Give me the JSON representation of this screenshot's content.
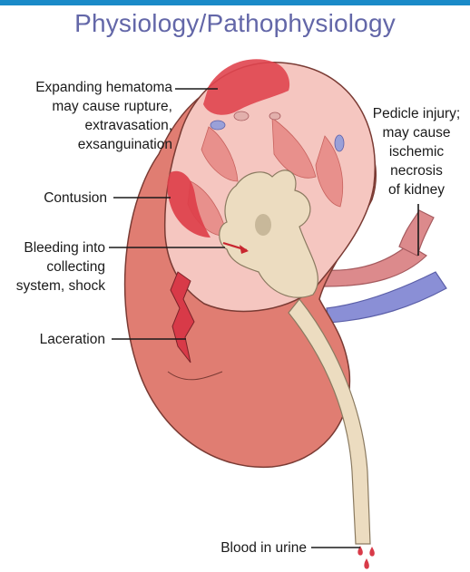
{
  "title": "Physiology/Pathophysiology",
  "labels": {
    "hematoma": [
      "Expanding hematoma",
      "may cause rupture,",
      "extravasation,",
      "exsanguination"
    ],
    "pedicle": [
      "Pedicle injury;",
      "may cause",
      "ischemic",
      "necrosis",
      "of kidney"
    ],
    "contusion": [
      "Contusion"
    ],
    "bleeding": [
      "Bleeding into",
      "collecting",
      "system, shock"
    ],
    "laceration": [
      "Laceration"
    ],
    "urine": [
      "Blood in urine"
    ]
  },
  "colors": {
    "banner": "#1a8ac8",
    "title": "#6367a8",
    "kidney": "#e07d72",
    "cut_surface": "#f5c6c0",
    "hematoma": "#e0454f",
    "collecting_system": "#ecdcc0",
    "artery": "#dc8a8c",
    "vein": "#8a8fd6",
    "blood": "#d83a48"
  }
}
